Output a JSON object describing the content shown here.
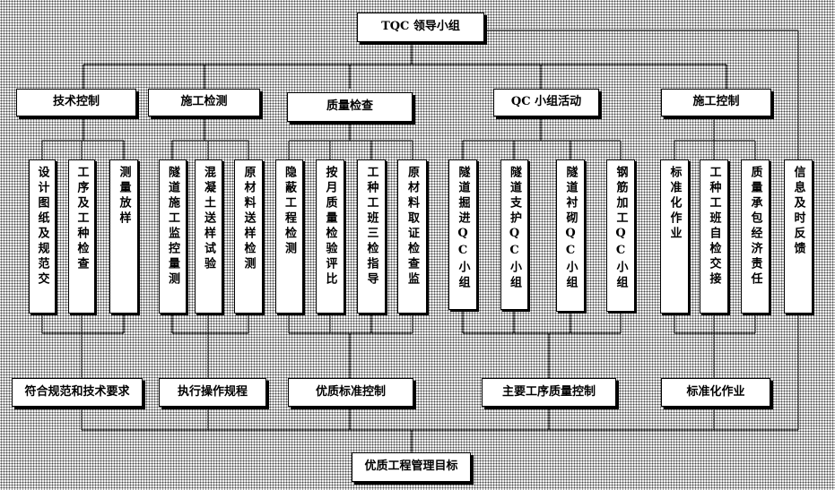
{
  "top": "TQC 领导小组",
  "bottom": "优质工程管理目标",
  "groups": [
    {
      "label": "技术控制",
      "items": [
        "设计图纸及规范交",
        "工序及工种检查",
        "测量放样"
      ],
      "goal": "符合规范和技术要求"
    },
    {
      "label": "施工检测",
      "items": [
        "隧道施工监控量测",
        "混凝土送样试验",
        "原材料送样检测"
      ],
      "goal": "执行操作规程"
    },
    {
      "label": "质量检查",
      "items": [
        "隐蔽工程检测",
        "按月质量检验评比",
        "工种工班三检指导",
        "原材料取证检查监"
      ],
      "goal": "优质标准控制"
    },
    {
      "label": "QC 小组活动",
      "items": [
        "隧道掘进QC小组",
        "隧道支护QC小组",
        "隧道衬砌QC小组",
        "钢筋加工QC小组"
      ],
      "goal": "主要工序质量控制"
    },
    {
      "label": "施工控制",
      "items": [
        "标准化作业",
        "工种工班自检交接",
        "质量承包经济责任"
      ],
      "goal": "标准化作业"
    }
  ],
  "feedback": "信息及时反馈"
}
